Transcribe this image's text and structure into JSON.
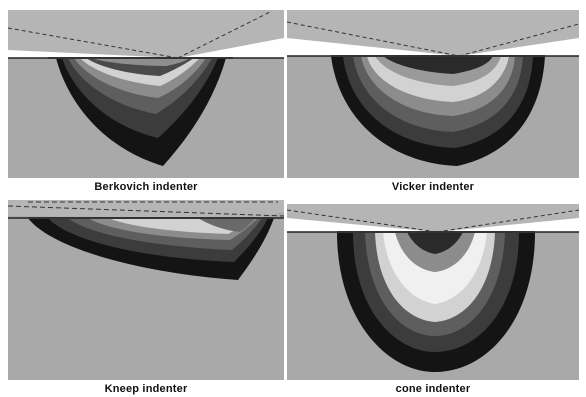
{
  "figure": {
    "panels": [
      {
        "id": "berkovich",
        "caption": "Berkovich indenter"
      },
      {
        "id": "vicker",
        "caption": "Vicker indenter"
      },
      {
        "id": "kneep",
        "caption": "Kneep indenter"
      },
      {
        "id": "cone",
        "caption": "cone indenter"
      }
    ],
    "colors": {
      "background_gray": "#a8a8a8",
      "indenter_gray": "#b4b4b4",
      "zone_outer": "#141414",
      "zone_2": "#3a3a3a",
      "zone_3": "#5c5c5c",
      "zone_4": "#8a8a8a",
      "zone_inner": "#d4d4d4",
      "zone_core": "#f2f2f2"
    }
  }
}
